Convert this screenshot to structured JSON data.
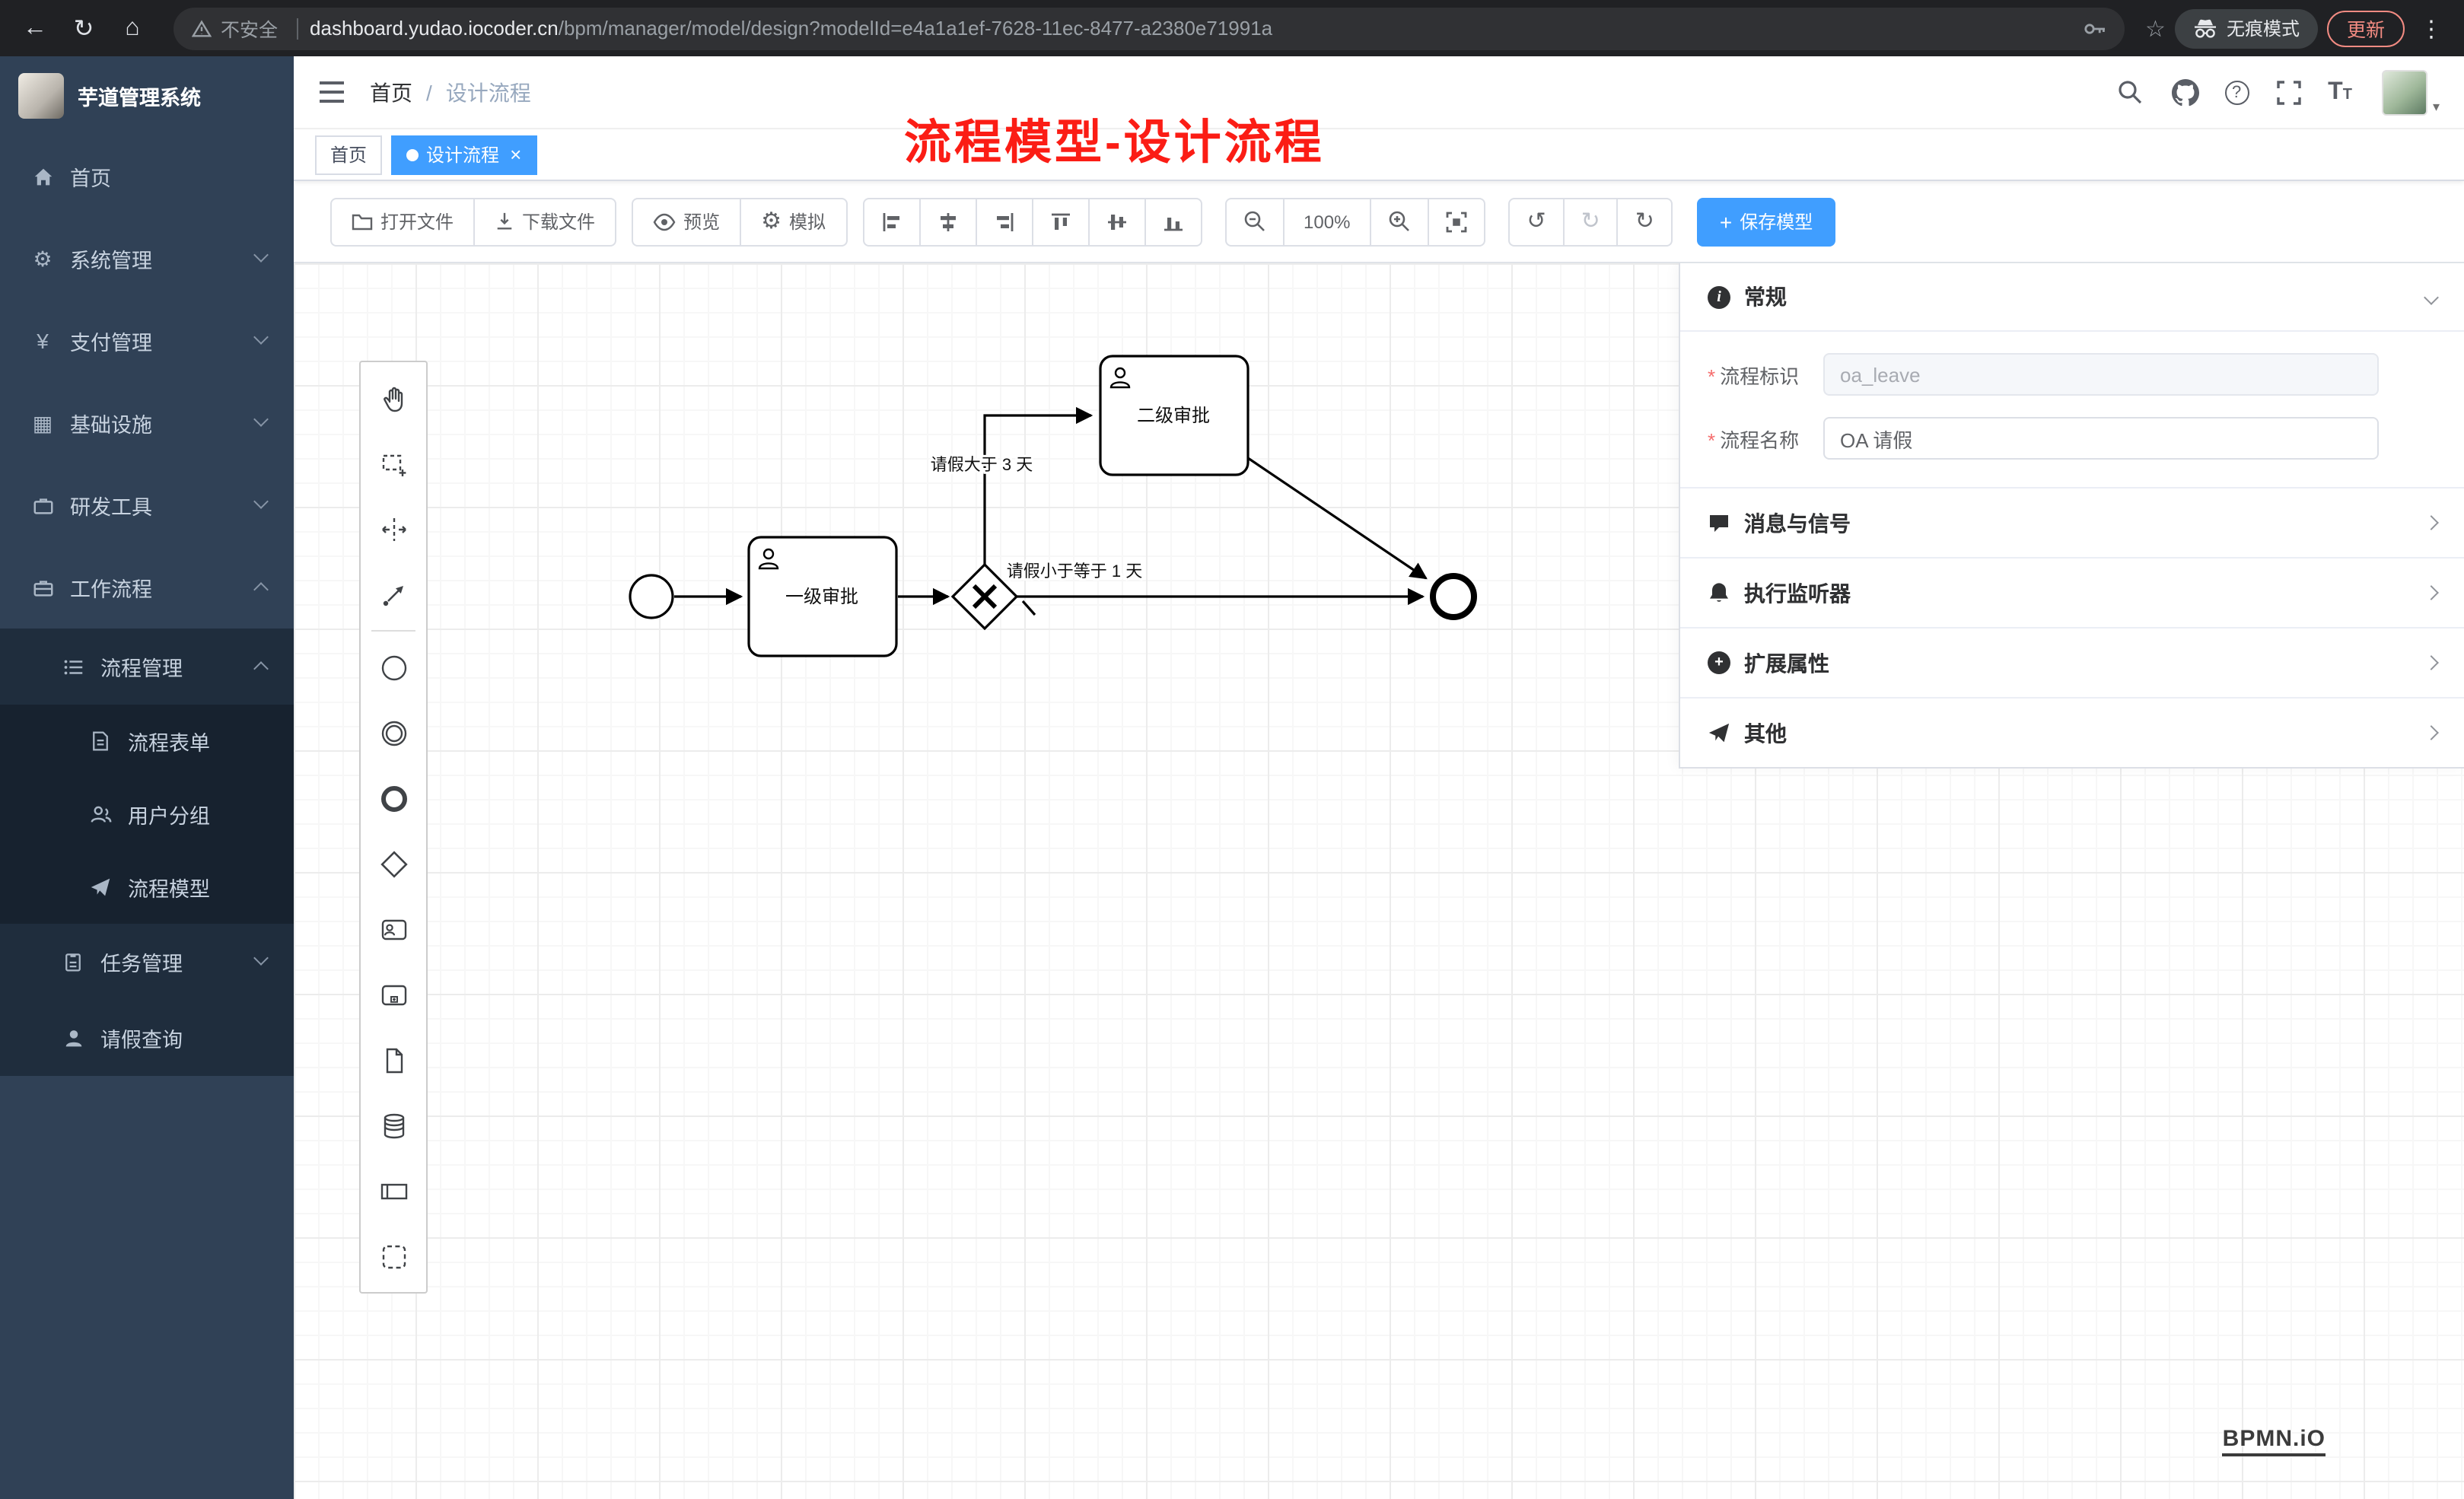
{
  "colors": {
    "accent": "#409eff",
    "annotation_red": "#fb1d15",
    "save_button": "#409eff",
    "sidebar_bg": "#304156"
  },
  "browser": {
    "security_label": "不安全",
    "url_host": "dashboard.yudao.iocoder.cn",
    "url_path": "/bpm/manager/model/design?modelId=e4a1a1ef-7628-11ec-8477-a2380e71991a",
    "incognito_label": "无痕模式",
    "update_label": "更新"
  },
  "sidebar": {
    "app_title": "芋道管理系统",
    "items": [
      {
        "label": "首页"
      },
      {
        "label": "系统管理"
      },
      {
        "label": "支付管理"
      },
      {
        "label": "基础设施"
      },
      {
        "label": "研发工具"
      },
      {
        "label": "工作流程"
      },
      {
        "label": "流程管理"
      },
      {
        "label": "流程表单"
      },
      {
        "label": "用户分组"
      },
      {
        "label": "流程模型"
      },
      {
        "label": "任务管理"
      },
      {
        "label": "请假查询"
      }
    ]
  },
  "header": {
    "breadcrumb_home": "首页",
    "breadcrumb_current": "设计流程",
    "annotation": "流程模型-设计流程"
  },
  "tabs": {
    "home": "首页",
    "active": "设计流程"
  },
  "toolbar": {
    "open": "打开文件",
    "download": "下载文件",
    "preview": "预览",
    "simulate": "模拟",
    "zoom_level": "100%",
    "save": "保存模型"
  },
  "palette_tools": [
    "hand-tool",
    "lasso-tool",
    "space-tool",
    "global-connect-tool",
    "create-start-event",
    "create-intermediate-event",
    "create-end-event",
    "create-gateway",
    "create-user-task",
    "create-subprocess",
    "create-data-object",
    "create-data-store",
    "create-participant",
    "create-group"
  ],
  "diagram": {
    "task1": "一级审批",
    "task2": "二级审批",
    "flow_up_label": "请假大于 3 天",
    "flow_right_label": "请假小于等于 1 天"
  },
  "properties": {
    "section_general": "常规",
    "field_key_label": "流程标识",
    "field_key_value": "oa_leave",
    "field_name_label": "流程名称",
    "field_name_value": "OA 请假",
    "section_message": "消息与信号",
    "section_listener": "执行监听器",
    "section_ext": "扩展属性",
    "section_other": "其他"
  },
  "watermark": "BPMN.iO"
}
